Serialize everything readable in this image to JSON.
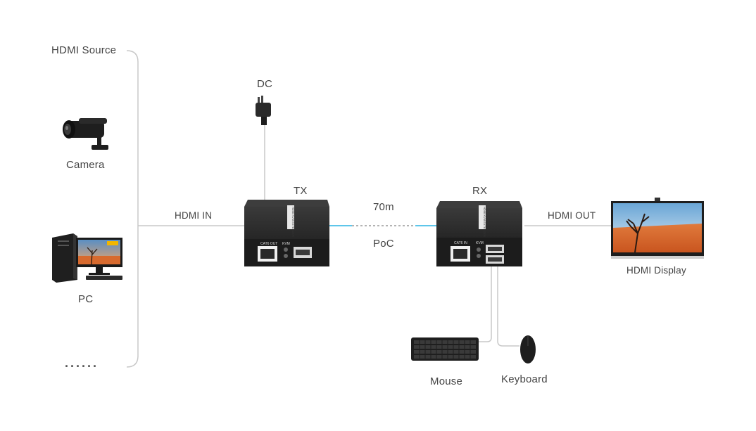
{
  "labels": {
    "hdmi_source": "HDMI Source",
    "camera": "Camera",
    "pc": "PC",
    "more": "......",
    "dc": "DC",
    "tx": "TX",
    "rx": "RX",
    "hdmi_in": "HDMI IN",
    "distance": "70m",
    "poc": "PoC",
    "hdmi_out": "HDMI OUT",
    "hdmi_display": "HDMI Display",
    "mouse": "Mouse",
    "keyboard": "Keyboard"
  },
  "device_text": {
    "tx_port_left": "CAT6 OUT",
    "tx_port_right": "KVM",
    "rx_port_left": "CAT6 IN",
    "rx_port_right": "KVM",
    "side_label": "HDMI KVM EXTENDER"
  },
  "colors": {
    "line": "#c8c8c8",
    "cable_accent": "#5ec6ea",
    "device_body": "#2b2b2b",
    "device_front": "#1f1f1f",
    "text": "#444444"
  },
  "icons": {
    "source": "camera-icon",
    "pc": "desktop-pc-icon",
    "power": "power-adapter-icon",
    "display": "tv-display-icon",
    "keyboard": "keyboard-icon",
    "mouse": "mouse-icon"
  }
}
